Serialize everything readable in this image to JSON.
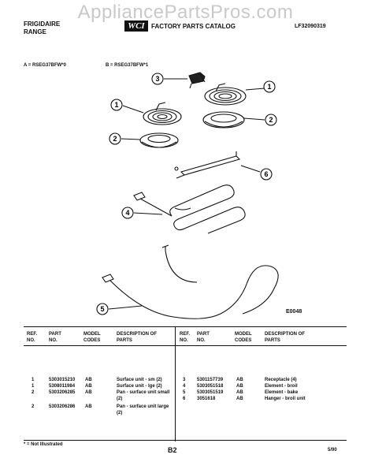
{
  "watermark": "AppliancePartsPros.com",
  "header": {
    "brand_line1": "FRIGIDAIRE",
    "brand_line2": "RANGE",
    "logo_text": "WCI",
    "catalog_title": "FACTORY PARTS CATALOG",
    "catalog_number": "LF32090319"
  },
  "models": {
    "a": "A = RSEG37BFW*0",
    "b": "B = RSEG37BFW*1"
  },
  "diagram": {
    "callouts": [
      "1",
      "1",
      "2",
      "2",
      "3",
      "4",
      "5",
      "6"
    ],
    "code": "E0048"
  },
  "table": {
    "left_headers": {
      "ref": "REF. NO.",
      "part": "PART NO.",
      "model": "MODEL CODES",
      "desc": "DESCRIPTION OF PARTS"
    },
    "right_headers": {
      "ref": "REF. NO.",
      "part": "PART NO.",
      "model": "MODEL CODES",
      "desc": "DESCRIPTION OF PARTS"
    },
    "left_rows": [
      {
        "ref": "1",
        "part": "5303015210",
        "model": "AB",
        "desc": "Surface unit - sm (2)"
      },
      {
        "ref": "1",
        "part": "5308011984",
        "model": "AB",
        "desc": "Surface unit - lge (2)"
      },
      {
        "ref": "2",
        "part": "5303206285",
        "model": "AB",
        "desc": "Pan - surface unit small (2)"
      },
      {
        "ref": "2",
        "part": "5303206286",
        "model": "AB",
        "desc": "Pan - surface unit large (2)"
      }
    ],
    "right_rows": [
      {
        "ref": "3",
        "part": "5301157739",
        "model": "AB",
        "desc": "Receptacle (4)"
      },
      {
        "ref": "4",
        "part": "5303051518",
        "model": "AB",
        "desc": "Element - broil"
      },
      {
        "ref": "5",
        "part": "5303051519",
        "model": "AB",
        "desc": "Element - bake"
      },
      {
        "ref": "6",
        "part": "3051618",
        "model": "AB",
        "desc": "Hanger - broil unit"
      }
    ]
  },
  "footer": {
    "note": "* = Not Illustrated",
    "page": "B2",
    "date": "5/90"
  }
}
